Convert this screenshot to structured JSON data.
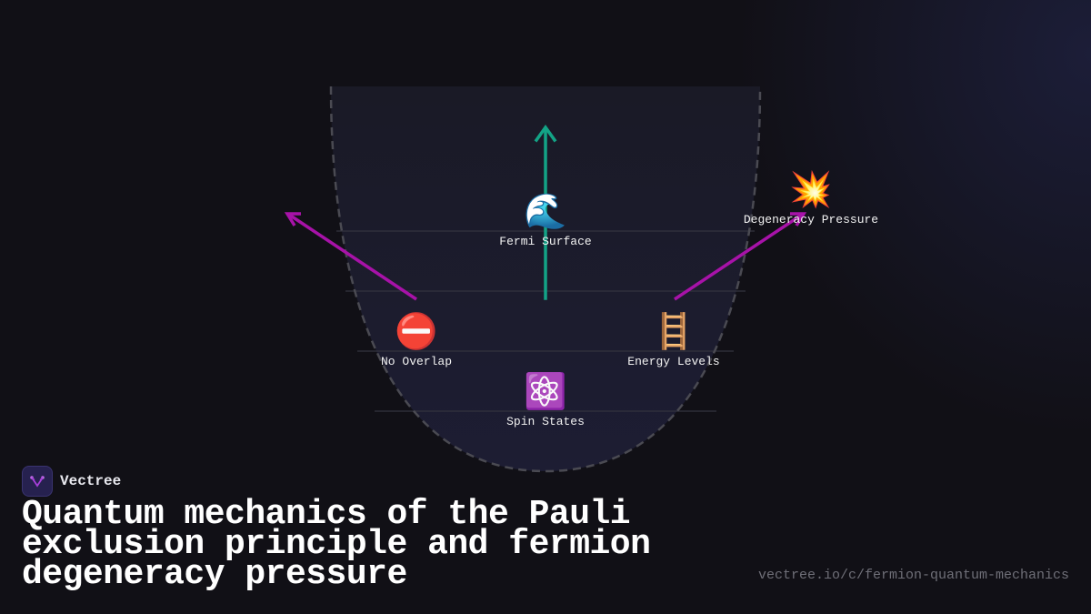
{
  "colors": {
    "background": "#111016",
    "well_fill": "#1b1b2b",
    "well_outline": "#4a4a52",
    "level_line": "#33333f",
    "teal_arrow": "#13a386",
    "magenta_arrow": "#a712a8",
    "label_text": "#f2f2f2",
    "url_text": "#6f6f78"
  },
  "diagram": {
    "nodes": [
      {
        "id": "fermi-surface",
        "icon": "water-wave-icon",
        "emoji": "🌊",
        "label": "Fermi Surface"
      },
      {
        "id": "no-overlap",
        "icon": "no-entry-icon",
        "emoji": "⛔",
        "label": "No Overlap"
      },
      {
        "id": "energy-levels",
        "icon": "ladder-icon",
        "emoji": "🪜",
        "label": "Energy Levels"
      },
      {
        "id": "spin-states",
        "icon": "atom-icon",
        "emoji": "⚛️",
        "label": "Spin States"
      },
      {
        "id": "degeneracy-pressure",
        "icon": "collision-icon",
        "emoji": "💥",
        "label": "Degeneracy Pressure"
      }
    ],
    "arrows": [
      {
        "from": "center",
        "to": "up",
        "color": "teal"
      },
      {
        "from": "no-overlap",
        "to": "upper-left",
        "color": "magenta"
      },
      {
        "from": "energy-levels",
        "to": "degeneracy-pressure",
        "color": "magenta"
      }
    ]
  },
  "brand": {
    "name": "Vectree",
    "logo_icon": "vectree-logo-icon"
  },
  "title": "Quantum mechanics of the Pauli exclusion principle and fermion degeneracy pressure",
  "url": "vectree.io/c/fermion-quantum-mechanics"
}
